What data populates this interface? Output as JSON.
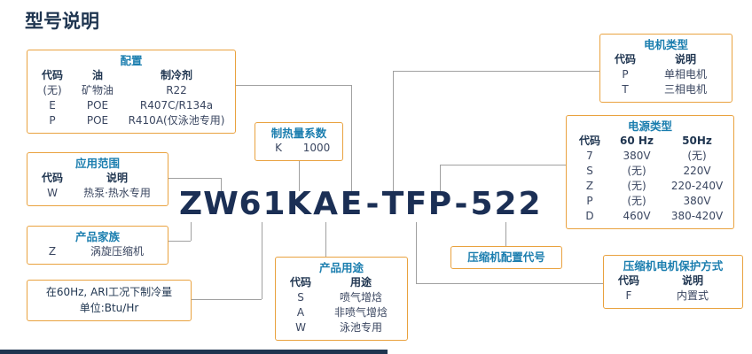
{
  "page": {
    "title": "型号说明",
    "colors": {
      "box_border_orange": "#E9A23F",
      "box_title_teal": "#1B7EAF",
      "heading_navy": "#1F3550",
      "body_text": "#3A4660",
      "model_code_navy": "#1B2F55",
      "connector_gray": "#A0A0A0"
    }
  },
  "model_code": {
    "text": "ZW61KAE-TFP-522",
    "chars": [
      "Z",
      "W",
      "6",
      "1",
      "K",
      "A",
      "E",
      "-",
      "T",
      "F",
      "P",
      "-",
      "5",
      "2",
      "2"
    ]
  },
  "boxes": {
    "config": {
      "title": "配置",
      "headers": [
        "代码",
        "油",
        "制冷剂"
      ],
      "rows": [
        [
          "(无)",
          "矿物油",
          "R22"
        ],
        [
          "E",
          "POE",
          "R407C/R134a"
        ],
        [
          "P",
          "POE",
          "R410A(仅泳池专用)"
        ]
      ]
    },
    "application": {
      "title": "应用范围",
      "headers": [
        "代码",
        "说明"
      ],
      "rows": [
        [
          "W",
          "热泵·热水专用"
        ]
      ]
    },
    "family": {
      "title": "产品家族",
      "rows": [
        [
          "Z",
          "涡旋压缩机"
        ]
      ]
    },
    "capacity": {
      "line1": "在60Hz, ARI工况下制冷量",
      "line2": "单位:Btu/Hr"
    },
    "heating_factor": {
      "title": "制热量系数",
      "rows": [
        [
          "K",
          "1000"
        ]
      ]
    },
    "usage": {
      "title": "产品用途",
      "headers": [
        "代码",
        "用途"
      ],
      "rows": [
        [
          "S",
          "喷气增焓"
        ],
        [
          "A",
          "非喷气增焓"
        ],
        [
          "W",
          "泳池专用"
        ]
      ]
    },
    "motor_type": {
      "title": "电机类型",
      "headers": [
        "代码",
        "说明"
      ],
      "rows": [
        [
          "P",
          "单相电机"
        ],
        [
          "T",
          "三相电机"
        ]
      ]
    },
    "power_type": {
      "title": "电源类型",
      "headers": [
        "代码",
        "60 Hz",
        "50Hz"
      ],
      "rows": [
        [
          "7",
          "380V",
          "(无)"
        ],
        [
          "S",
          "(无)",
          "220V"
        ],
        [
          "Z",
          "(无)",
          "220-240V"
        ],
        [
          "P",
          "(无)",
          "380V"
        ],
        [
          "D",
          "460V",
          "380-420V"
        ]
      ]
    },
    "config_code": {
      "title": "压缩机配置代号"
    },
    "protection": {
      "title": "压缩机电机保护方式",
      "headers": [
        "代码",
        "说明"
      ],
      "rows": [
        [
          "F",
          "内置式"
        ]
      ]
    }
  }
}
